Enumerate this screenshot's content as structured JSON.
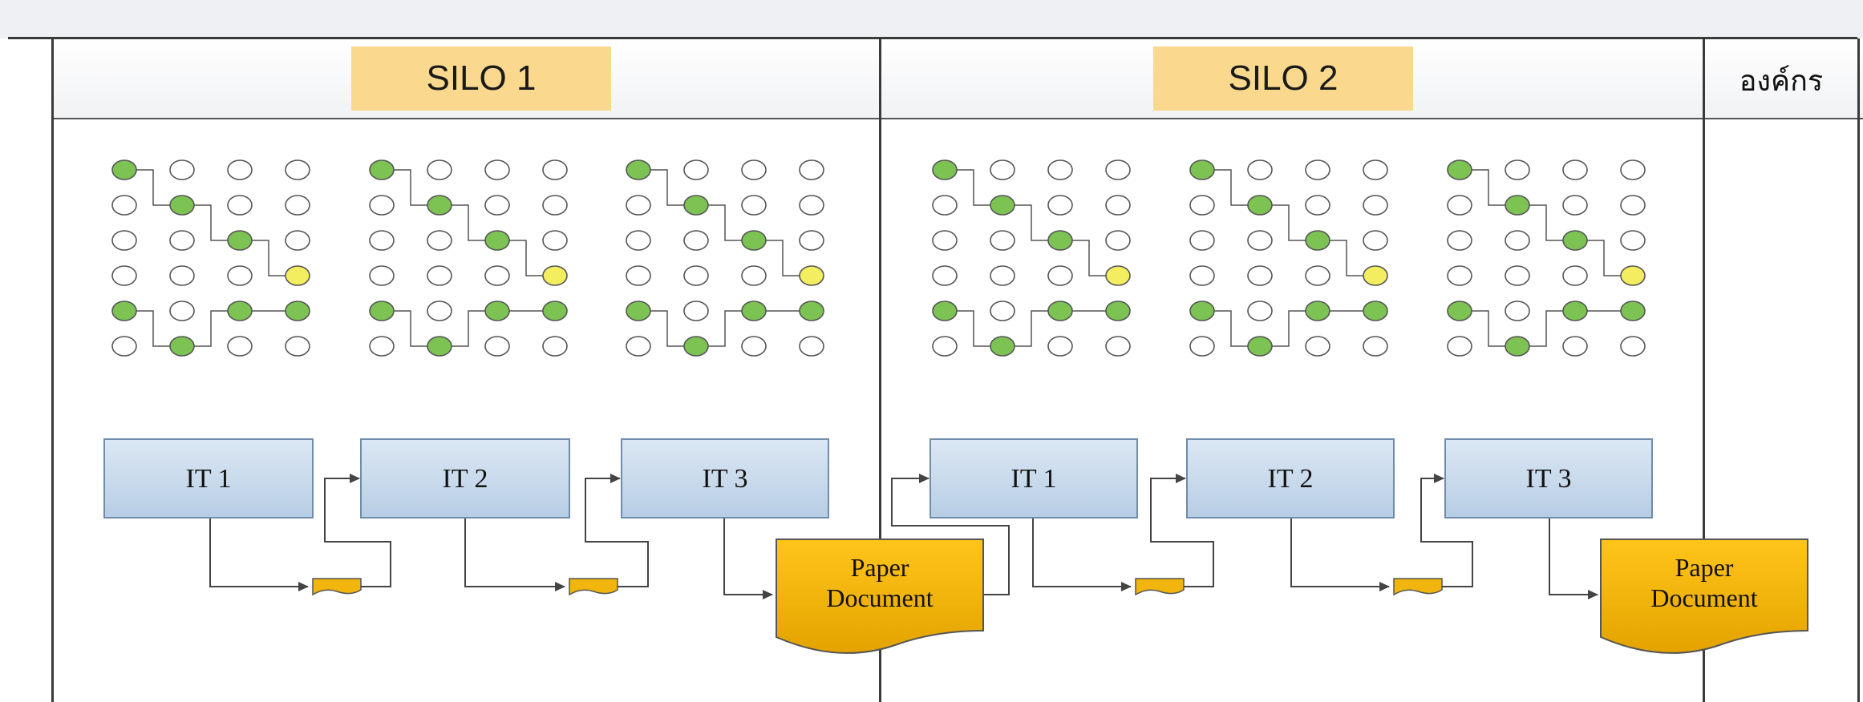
{
  "header": {
    "silo1": "SILO 1",
    "silo2": "SILO 2",
    "org": "องค์กร"
  },
  "silo1": {
    "systems": [
      "IT 1",
      "IT 2",
      "IT 3"
    ],
    "paper_doc": [
      "Paper",
      "Document"
    ]
  },
  "silo2": {
    "systems": [
      "IT 1",
      "IT 2",
      "IT 3"
    ],
    "paper_doc": [
      "Paper",
      "Document"
    ]
  },
  "colors": {
    "green_node": "#7dc353",
    "yellow_node": "#f3ee5f",
    "empty_node": "#ffffff",
    "it_box": "#c3d6ea",
    "paper": "#f2b50d",
    "silo_tag": "#fad98e"
  }
}
